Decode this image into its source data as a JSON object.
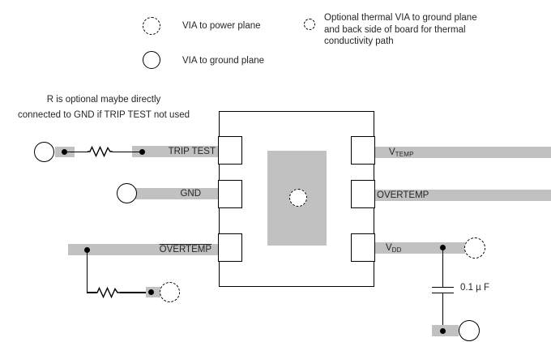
{
  "colors": {
    "trace_copper": "#c1c1c1",
    "line": "#000000",
    "text": "#262626",
    "background": "#ffffff"
  },
  "legend": {
    "power_via_label": "VIA to power plane",
    "ground_via_label": "VIA to ground plane",
    "thermal_lines": [
      "Optional thermal VIA to ground plane",
      "and back side of board for thermal",
      "conductivity path"
    ]
  },
  "note": {
    "line1": "R is optional maybe directly",
    "line2": "connected to GND if TRIP TEST not used"
  },
  "pins": {
    "trip_test": {
      "label": "TRIP TEST"
    },
    "gnd": {
      "label": "GND"
    },
    "overtemp_left": {
      "label": "OVERTEMP"
    },
    "vtemp": {
      "main": "V",
      "sub": "TEMP"
    },
    "overtemp_right": {
      "label": "OVERTEMP"
    },
    "vdd": {
      "main": "V",
      "sub": "DD"
    }
  },
  "capacitor": {
    "value": "0.1 µ F"
  },
  "icons": {
    "power_via": "dashed-circle",
    "ground_via": "solid-circle",
    "thermal_via": "small-dashed-circle",
    "resistor": "zigzag",
    "junction": "filled-dot"
  }
}
